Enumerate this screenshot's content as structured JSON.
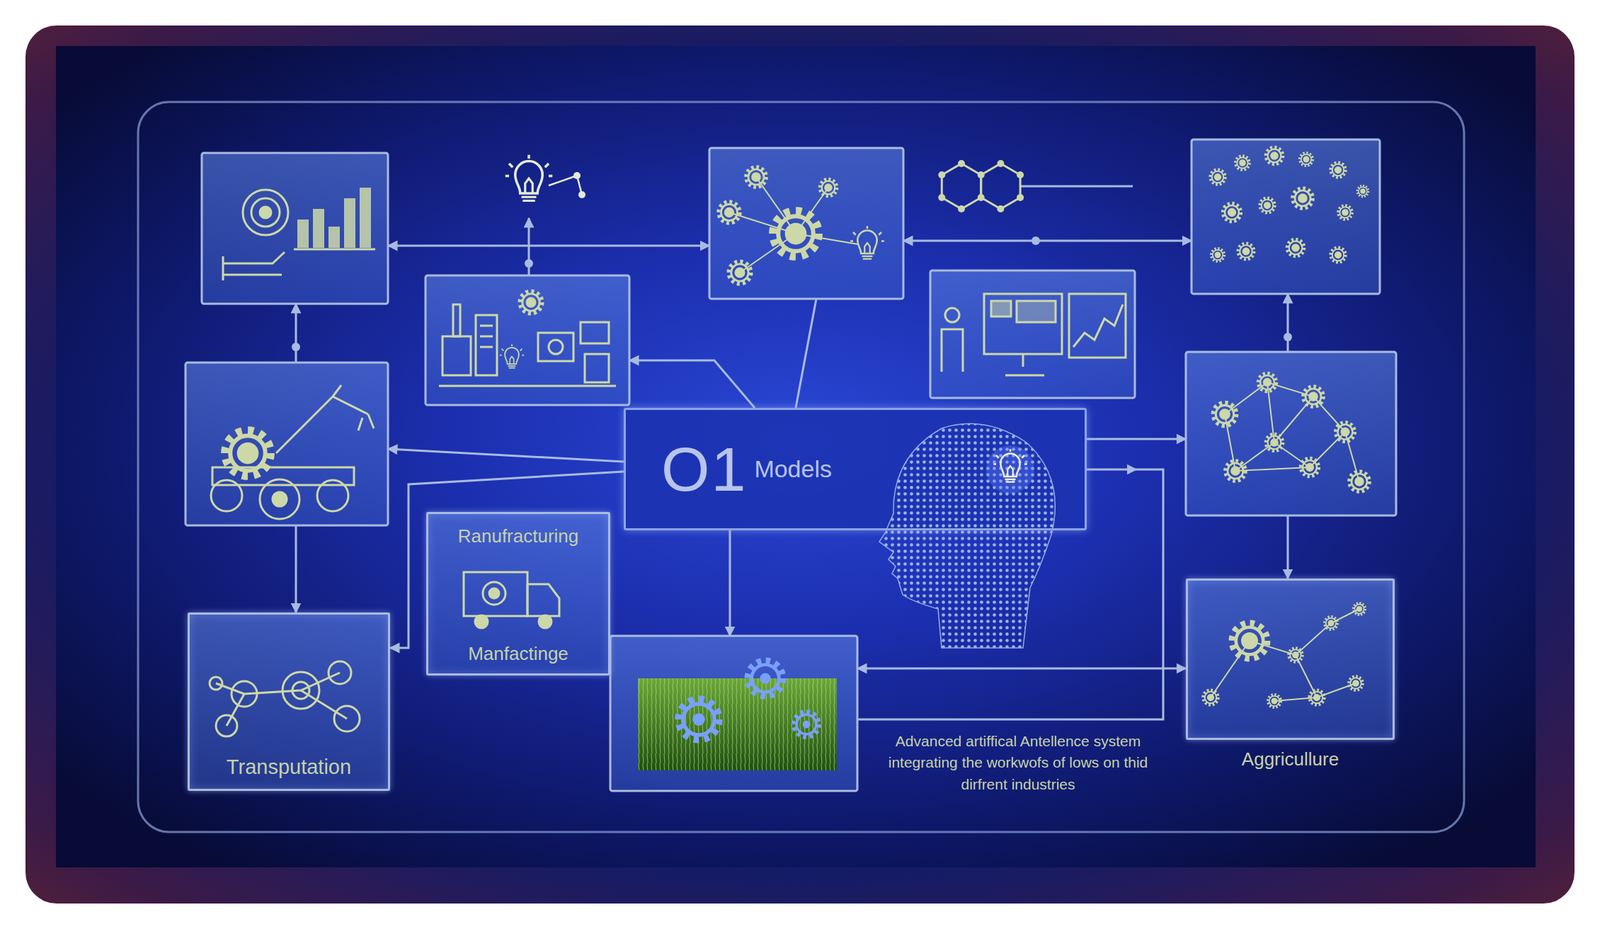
{
  "diagram": {
    "caption": "Advanced artiffical Antellence system integrating the workwofs of lows on thid dirfrent industries",
    "nodes": [
      {
        "text": [
          "O1",
          "Models"
        ]
      },
      {
        "text": [
          "Ranufracturing",
          "Manfactinge"
        ]
      },
      {
        "text": [
          "Aggricullure"
        ]
      },
      {
        "text": [
          "Transputation"
        ]
      }
    ],
    "edges": [
      {
        "from": 0,
        "to": 3,
        "arrow": "to"
      }
    ]
  }
}
